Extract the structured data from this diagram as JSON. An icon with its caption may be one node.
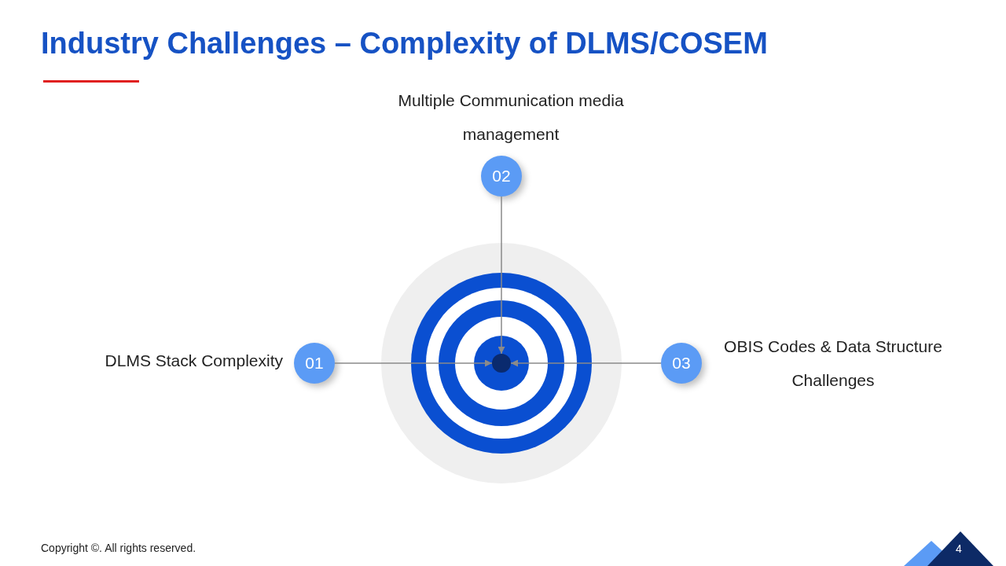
{
  "diagram": {
    "title": "Industry Challenges – Complexity of DLMS/COSEM",
    "nodes": [
      {
        "text": [
          "01"
        ],
        "beside": [
          "DLMS Stack Complexity"
        ]
      },
      {
        "text": [
          "02"
        ],
        "beside": [
          "Multiple Communication media management"
        ]
      },
      {
        "text": [
          "03"
        ],
        "beside": [
          "OBIS Codes & Data Structure Challenges"
        ]
      },
      {
        "text": [],
        "shape": "circle"
      }
    ],
    "edges": [
      {
        "from": 0,
        "to": 3,
        "arrow": "to"
      },
      {
        "from": 1,
        "to": 3,
        "arrow": "to"
      },
      {
        "from": 2,
        "to": 3,
        "arrow": "to"
      }
    ],
    "labels": [
      "Copyright ©. All rights reserved.",
      "4"
    ]
  }
}
